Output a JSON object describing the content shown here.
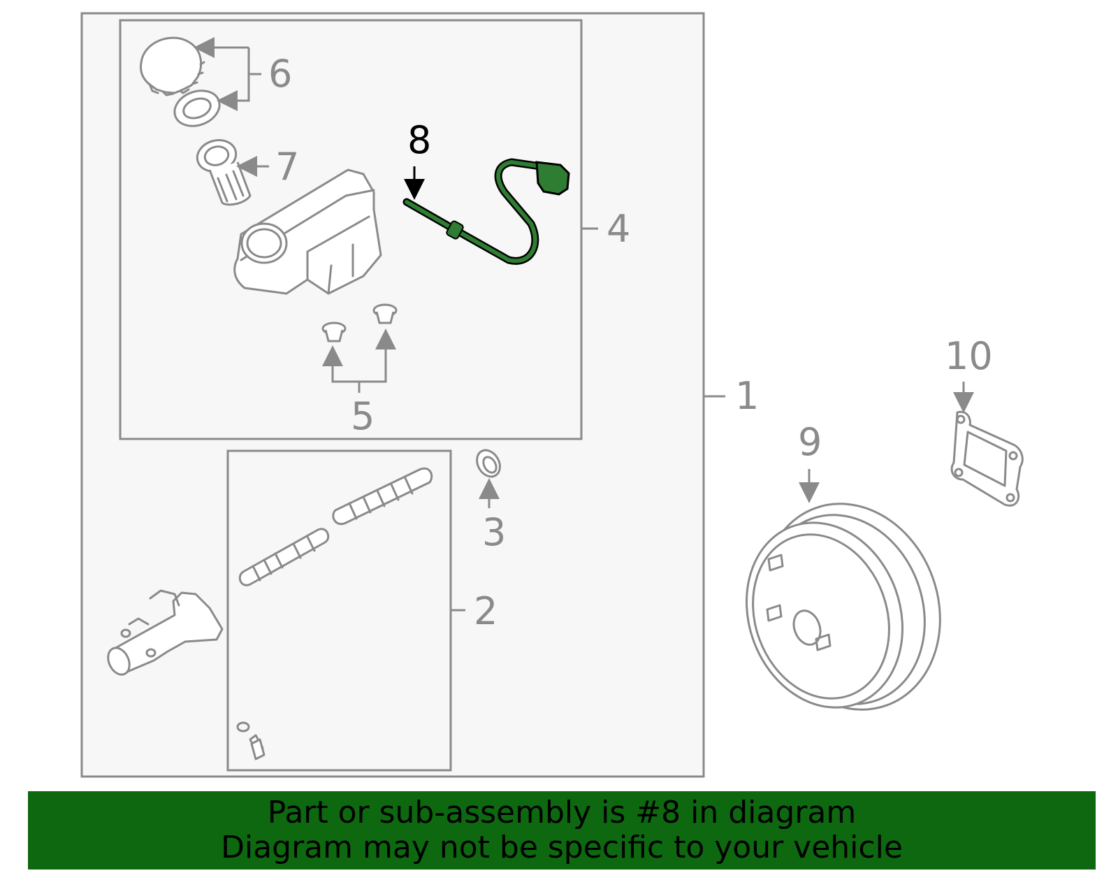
{
  "callouts": {
    "c1": "1",
    "c2": "2",
    "c3": "3",
    "c4": "4",
    "c5": "5",
    "c6": "6",
    "c7": "7",
    "c8": "8",
    "c9": "9",
    "c10": "10"
  },
  "highlighted_part": "8",
  "colors": {
    "highlight": "#2e7d32",
    "banner": "#0d6810",
    "line": "#8a8a8a"
  },
  "banner": {
    "line1": "Part or sub-assembly is #8 in diagram",
    "line2": "Diagram may not be specific to your vehicle"
  }
}
